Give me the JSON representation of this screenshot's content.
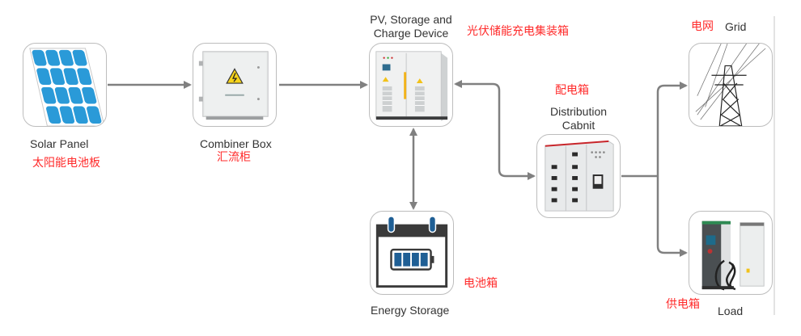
{
  "diagram": {
    "nodes": {
      "solar_panel": {
        "label_en": "Solar Panel",
        "label_cn": "太阳能电池板",
        "icon": "solar-panel-icon"
      },
      "combiner_box": {
        "label_en": "Combiner Box",
        "label_cn": "汇流柜",
        "icon": "combiner-box-icon"
      },
      "pv_storage_charge": {
        "label_en_line1": "PV, Storage and",
        "label_en_line2": "Charge Device",
        "label_cn": "光伏储能充电集装箱",
        "icon": "pv-storage-cabinet-icon"
      },
      "energy_storage": {
        "label_en": "Energy Storage",
        "label_cn": "电池箱",
        "icon": "battery-icon"
      },
      "distribution_cabinet": {
        "label_en_line1": "Distribution",
        "label_en_line2": "Cabnit",
        "label_cn": "配电箱",
        "icon": "distribution-cabinet-icon"
      },
      "grid": {
        "label_en": "Grid",
        "label_cn": "电网",
        "icon": "power-tower-icon"
      },
      "load": {
        "label_en": "Load",
        "label_cn": "供电箱",
        "icon": "ev-charger-icon"
      }
    },
    "edges": [
      {
        "from": "solar_panel",
        "to": "combiner_box",
        "direction": "forward"
      },
      {
        "from": "combiner_box",
        "to": "pv_storage_charge",
        "direction": "forward"
      },
      {
        "from": "pv_storage_charge",
        "to": "energy_storage",
        "direction": "bidirectional"
      },
      {
        "from": "pv_storage_charge",
        "to": "distribution_cabinet",
        "direction": "bidirectional"
      },
      {
        "from": "distribution_cabinet",
        "to": "grid",
        "direction": "forward"
      },
      {
        "from": "distribution_cabinet",
        "to": "load",
        "direction": "forward"
      }
    ],
    "colors": {
      "connector": "#808080",
      "chinese_label": "#ff2b2b",
      "english_label": "#333333",
      "node_border": "#bdbdbd"
    }
  }
}
